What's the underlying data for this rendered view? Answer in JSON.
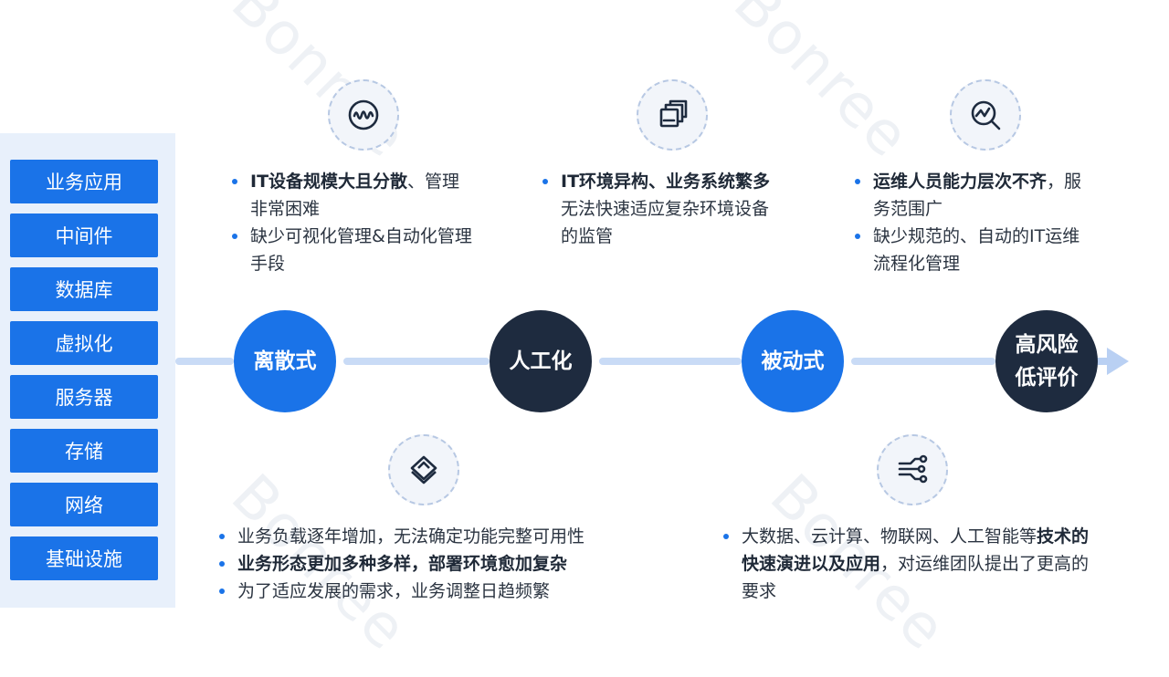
{
  "watermark": "Bonree",
  "stack": [
    "业务应用",
    "中间件",
    "数据库",
    "虚拟化",
    "服务器",
    "存储",
    "网络",
    "基础设施"
  ],
  "nodes": [
    {
      "label": "离散式",
      "style": "blue"
    },
    {
      "label": "人工化",
      "style": "dark"
    },
    {
      "label": "被动式",
      "style": "blue"
    },
    {
      "label_line1": "高风险",
      "label_line2": "低评价",
      "style": "dark"
    }
  ],
  "icons": {
    "top_1": "waveform-icon",
    "top_2": "stacked-windows-icon",
    "top_3": "chart-search-icon",
    "bottom_1": "layered-cube-icon",
    "bottom_2": "circuit-icon"
  },
  "blocks": {
    "top_1": {
      "items": [
        {
          "line1": "IT设备规模大且分散",
          "line1b": "、管理",
          "line2": "非常困难"
        },
        {
          "line1": "缺少可视化管理&自动化管理",
          "line2": "手段"
        }
      ]
    },
    "top_2": {
      "items": [
        {
          "line1": "IT环境异构、业务系统繁多",
          "line2": "无法快速适应复杂环境设备",
          "line3": "的监管"
        }
      ]
    },
    "top_3": {
      "items": [
        {
          "line1": "运维人员能力层次不齐",
          "line1b": "，服",
          "line2": "务范围广"
        },
        {
          "line1": "缺少规范的、自动的IT运维",
          "line2": "流程化管理"
        }
      ]
    },
    "bottom_1": {
      "items": [
        "业务负载逐年增加，无法确定功能完整可用性",
        "业务形态更加多种多样，部署环境愈加复杂",
        "为了适应发展的需求，业务调整日趋频繁"
      ]
    },
    "bottom_2": {
      "line1a": "大数据、云计算、物联网、人工智能等",
      "line1b": "技术的",
      "line2a": "快速演进以及应用",
      "line2b": "，对运维团队提出了更高的",
      "line3": "要求"
    }
  },
  "colors": {
    "blue": "#1a73e8",
    "dark": "#1e2b3f",
    "line": "#c9dbf6"
  }
}
